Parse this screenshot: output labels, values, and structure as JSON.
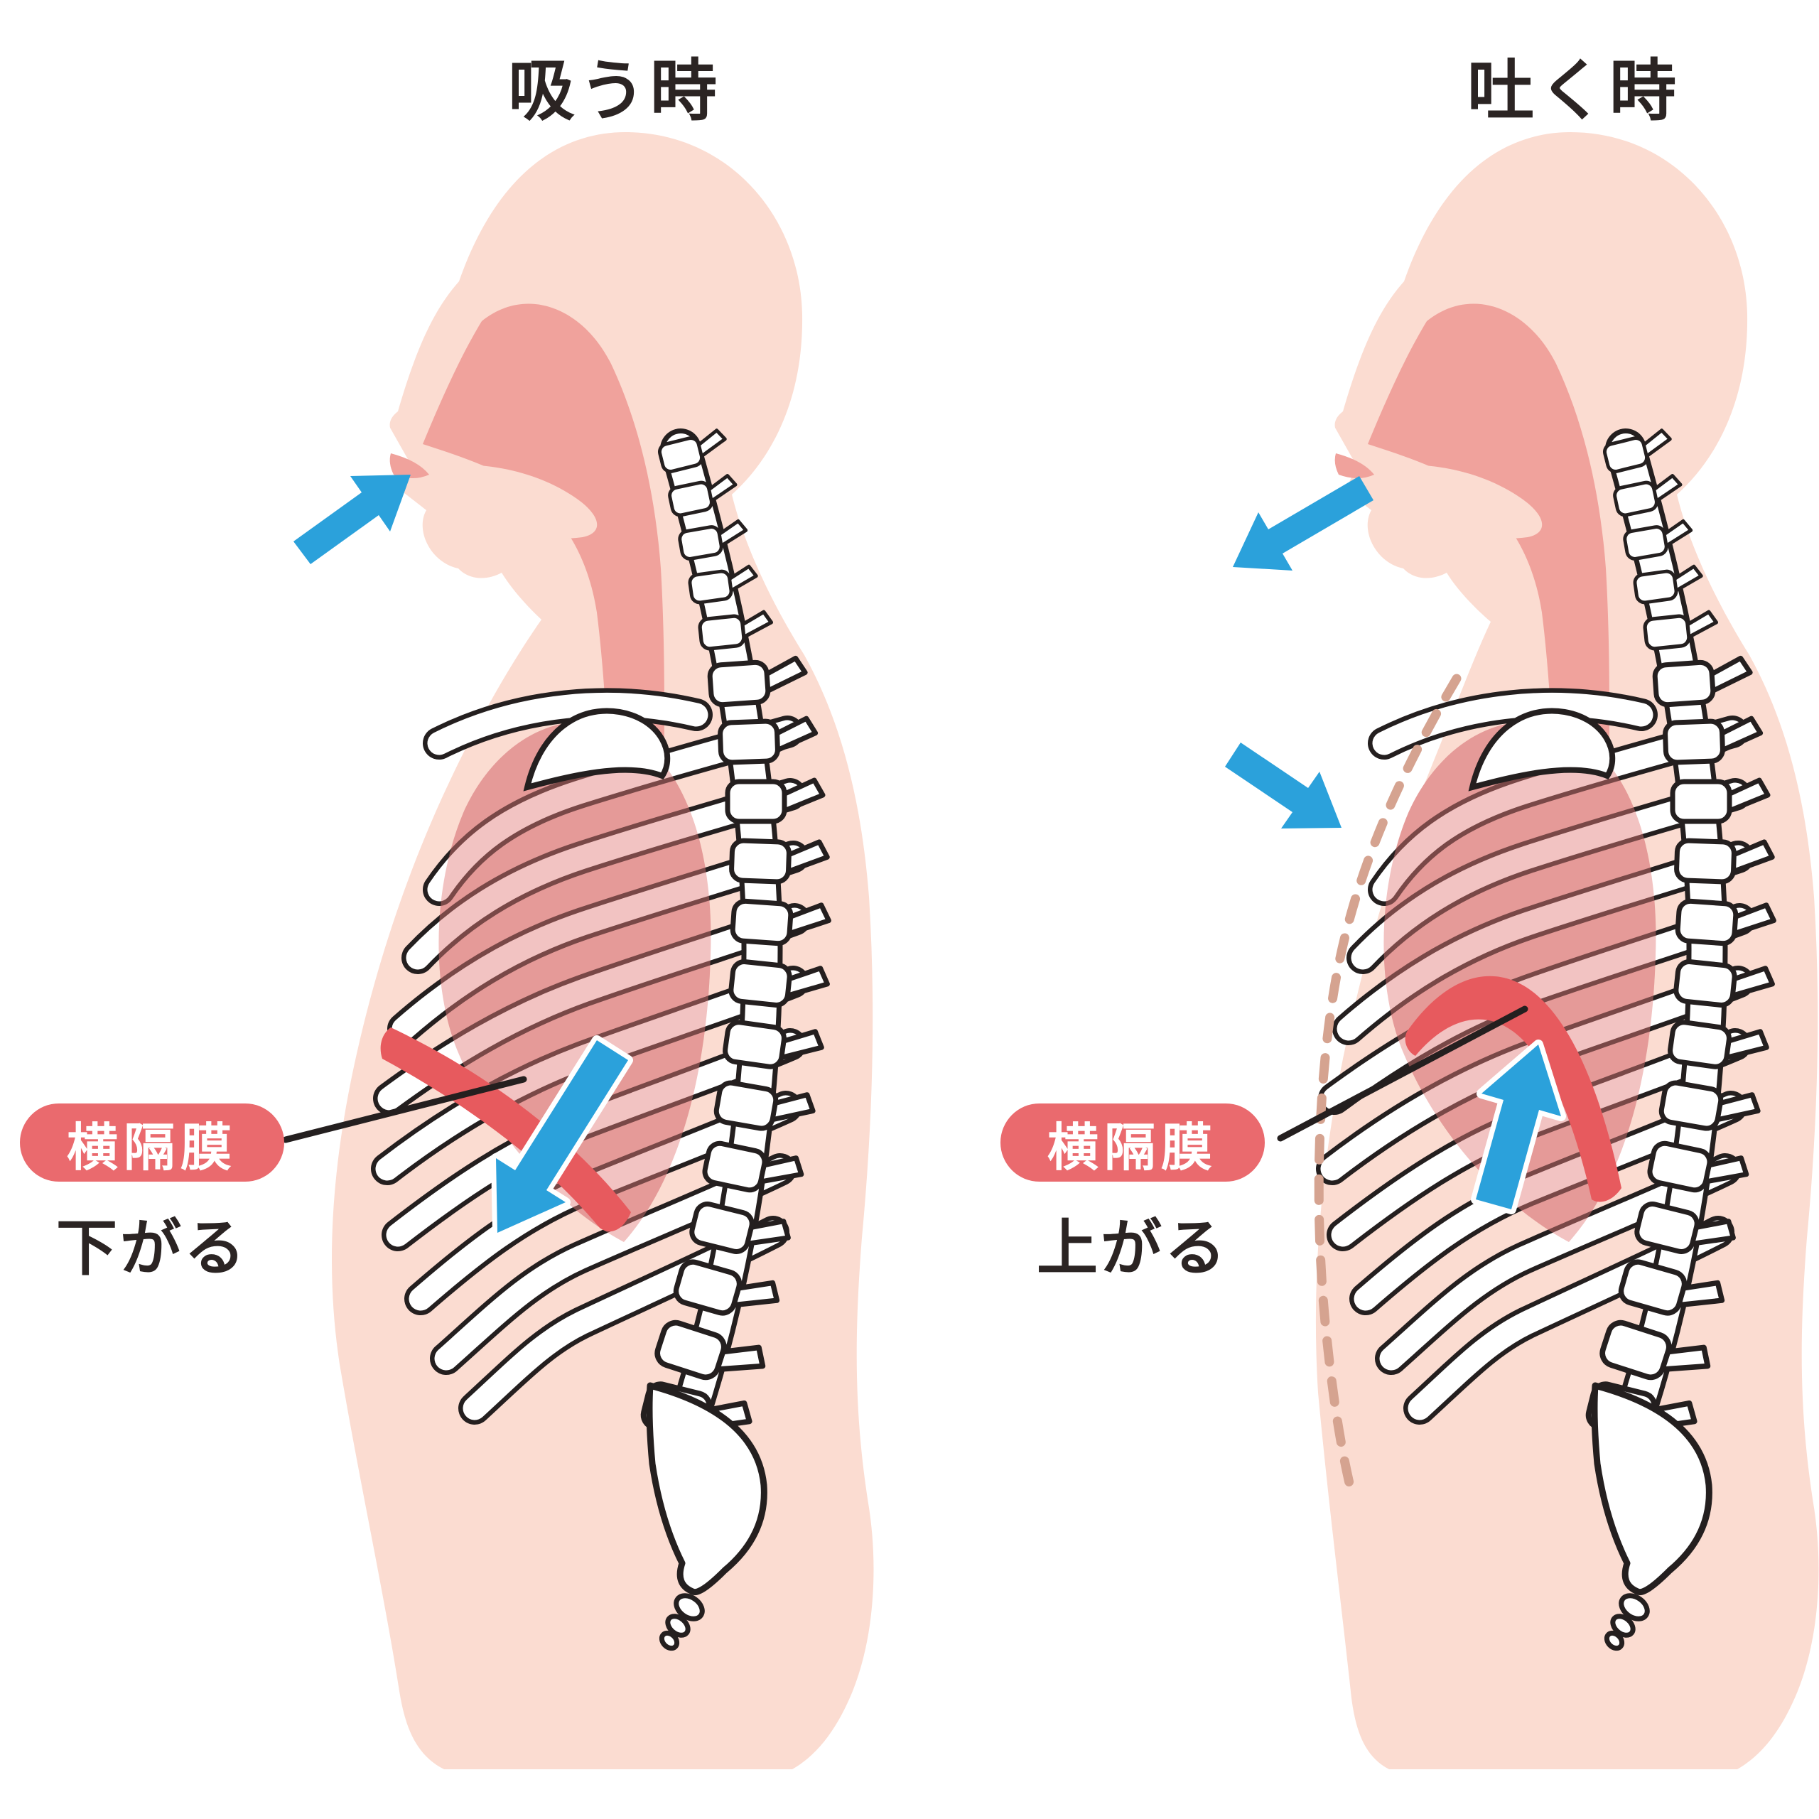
{
  "page": {
    "background_color": "#ffffff",
    "description": "Side-by-side anatomical diagram of breathing: diaphragm position when inhaling vs exhaling"
  },
  "figures": {
    "inhale": {
      "title": "吸う時",
      "organ_label": "横隔膜",
      "movement_label": "下がる",
      "arrows": [
        "air-in-toward-mouth",
        "diaphragm-moves-down"
      ]
    },
    "exhale": {
      "title": "吐く時",
      "organ_label": "横隔膜",
      "movement_label": "上がる",
      "arrows": [
        "air-out-from-mouth",
        "chest-deflates-inward",
        "diaphragm-moves-up"
      ],
      "dashed_outline": "expanded-chest-outline-from-inhale"
    }
  },
  "icons": {
    "air-in-arrow": "↗",
    "air-out-arrow": "↙",
    "chest-in-arrow": "↘",
    "diaphragm-down-arrow": "↙",
    "diaphragm-up-arrow": "↑"
  },
  "colors": {
    "skin": "#fbdcd1",
    "airway": "#f0a29c",
    "lung_base": "#e7b4b2",
    "lung_tint": "#e27a78",
    "bone": "#ffffff",
    "outline": "#241f1f",
    "diaphragm_red": "#e75a5e",
    "arrow_blue": "#2ba1db",
    "label_pill_red": "#ea6a6e",
    "label_text_white": "#ffffff",
    "text_dark": "#2b2423",
    "dashed_guide_tan": "#d5a390"
  }
}
